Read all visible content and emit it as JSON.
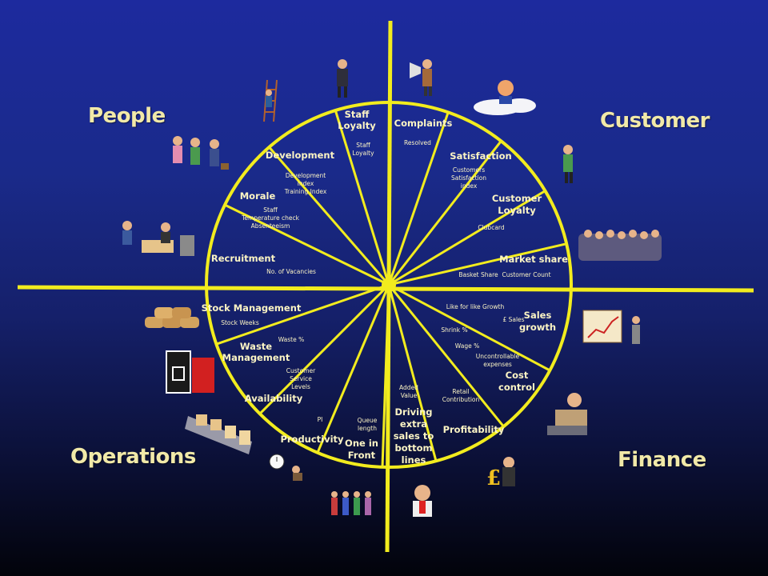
{
  "colors": {
    "wheel": "#f2ec1e",
    "text": "#fbf4c4",
    "quadrant_text": "#f1e9a8"
  },
  "quadrants": {
    "people": "People",
    "customer": "Customer",
    "operations": "Operations",
    "finance": "Finance"
  },
  "segments": {
    "staff_loyalty": {
      "title": [
        "Staff",
        "Loyalty"
      ],
      "measures": [
        "Staff",
        "Loyalty"
      ]
    },
    "development": {
      "title": [
        "Development"
      ],
      "measures": [
        "Development",
        "index",
        "Training Index"
      ]
    },
    "morale": {
      "title": [
        "Morale"
      ],
      "measures": [
        "Staff",
        "Temperature check",
        "Absenteeism"
      ]
    },
    "recruitment": {
      "title": [
        "Recruitment"
      ],
      "measures": [
        "No. of Vacancies"
      ]
    },
    "complaints": {
      "title": [
        "Complaints"
      ],
      "measures": [
        "Resolved"
      ]
    },
    "satisfaction": {
      "title": [
        "Satisfaction"
      ],
      "measures": [
        "Customers",
        "Satisfaction",
        "index"
      ]
    },
    "customer_loyalty": {
      "title": [
        "Customer",
        "Loyalty"
      ],
      "measures": [
        "Clubcard"
      ]
    },
    "market_share": {
      "title": [
        "Market share"
      ],
      "measures": [
        "Basket Share",
        "Customer Count"
      ]
    },
    "stock_management": {
      "title": [
        "Stock Management"
      ],
      "measures": [
        "Stock Weeks"
      ]
    },
    "waste_management": {
      "title": [
        "Waste",
        "Management"
      ],
      "measures": [
        "Waste %"
      ]
    },
    "availability": {
      "title": [
        "Availability"
      ],
      "measures": [
        "Customer",
        "Service",
        "Levels"
      ]
    },
    "productivity": {
      "title": [
        "Productivity"
      ],
      "measures": [
        "PI"
      ]
    },
    "one_in_front": {
      "title": [
        "One in",
        "Front"
      ],
      "measures": [
        "Queue",
        "length"
      ]
    },
    "sales_growth": {
      "title": [
        "Sales",
        "growth"
      ],
      "measures": [
        "Like for like Growth",
        "£ Sales"
      ]
    },
    "cost_control": {
      "title": [
        "Cost",
        "control"
      ],
      "measures": [
        "Shrink %",
        "Wage %",
        "Uncontrollable",
        "expenses"
      ]
    },
    "profitability": {
      "title": [
        "Profitability"
      ],
      "measures": [
        "Retail",
        "Contribution"
      ]
    },
    "driving_sales": {
      "title": [
        "Driving",
        "extra",
        "sales to",
        "bottom",
        "lines"
      ],
      "measures": [
        "Added",
        "Value"
      ]
    }
  },
  "clipart": [
    "man-with-briefcase-icon",
    "man-on-ladder-icon",
    "women-gossiping-icon",
    "interview-desk-icon",
    "megaphone-man-icon",
    "man-on-cloud-icon",
    "shopper-icon",
    "crowd-icon",
    "sacks-icon",
    "bin-icon",
    "conveyor-boxes-icon",
    "clock-runner-icon",
    "queue-icon",
    "sales-chart-man-icon",
    "stressed-accountant-icon",
    "pound-man-icon",
    "thinking-man-icon"
  ]
}
